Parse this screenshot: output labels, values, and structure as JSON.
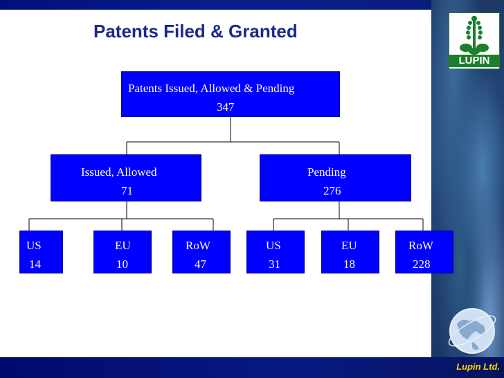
{
  "slide": {
    "title": "Patents Filed & Granted",
    "brand_logo_text": "LUPIN",
    "footer_brand": "Lupin Ltd.",
    "colors": {
      "node_fill": "#0000ff",
      "title": "#1a2a8c",
      "footer_brand": "#ffd400",
      "bars": "#00107a"
    }
  },
  "tree": {
    "root": {
      "label": "Patents Issued, Allowed & Pending",
      "value": "347"
    },
    "issued": {
      "label": "Issued, Allowed",
      "value": "71",
      "children": [
        {
          "label": "US",
          "value": "14"
        },
        {
          "label": "EU",
          "value": "10"
        },
        {
          "label": "RoW",
          "value": "47"
        }
      ]
    },
    "pending": {
      "label": "Pending",
      "value": "276",
      "children": [
        {
          "label": "US",
          "value": "31"
        },
        {
          "label": "EU",
          "value": "18"
        },
        {
          "label": "RoW",
          "value": "228"
        }
      ]
    }
  },
  "icons": {
    "logo": "lupin-plant-icon",
    "globe": "globe-icon"
  }
}
